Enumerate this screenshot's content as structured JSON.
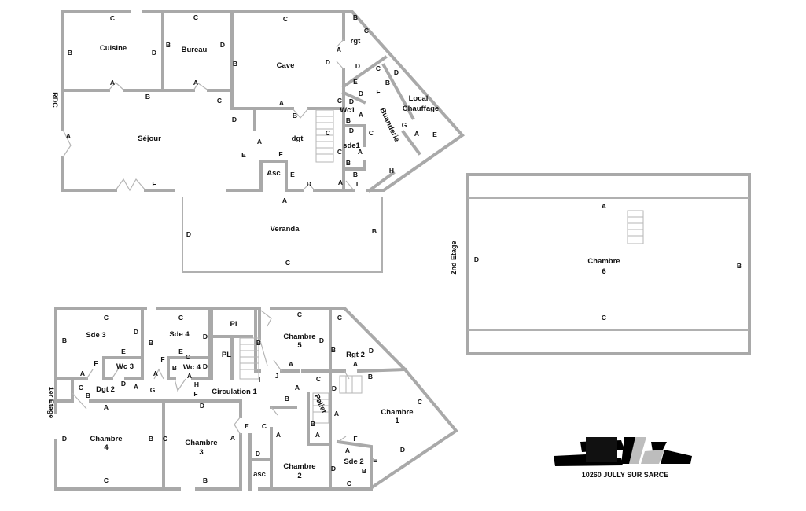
{
  "rdc": {
    "title": "RDC",
    "rooms": [
      "Cuisine",
      "Bureau",
      "Cave",
      "rgt",
      "Séjour",
      "dgt",
      "Wc1",
      "sde1",
      "Asc",
      "Buanderie",
      "Local",
      "Chauffage",
      "Veranda"
    ],
    "marks": [
      "C",
      "C",
      "C",
      "B",
      "C",
      "B",
      "D",
      "B",
      "D",
      "B",
      "A",
      "D",
      "D",
      "C",
      "D",
      "E",
      "B",
      "D",
      "F",
      "A",
      "A",
      "B",
      "C",
      "A",
      "B",
      "C",
      "D",
      "A",
      "B",
      "D",
      "A",
      "A",
      "C",
      "D",
      "C",
      "G",
      "A",
      "E",
      "C",
      "A",
      "E",
      "F",
      "E",
      "B",
      "H",
      "B",
      "D",
      "A",
      "I",
      "F",
      "A",
      "D",
      "B",
      "C"
    ]
  },
  "second_floor": {
    "title": "2nd Etage",
    "rooms": [
      "Chambre",
      "6"
    ],
    "marks": [
      "A",
      "D",
      "B",
      "C"
    ]
  },
  "first_floor": {
    "title": "1er Etage",
    "rooms": [
      "Sde 3",
      "Sde 4",
      "Pl",
      "Chambre",
      "5",
      "Rgt 2",
      "PL",
      "Wc 3",
      "Wc 4",
      "Dgt 2",
      "Circulation 1",
      "Palier",
      "Chambre",
      "1",
      "Chambre",
      "4",
      "Chambre",
      "3",
      "Sde 2",
      "Chambre",
      "2",
      "asc"
    ],
    "marks": [
      "C",
      "C",
      "C",
      "C",
      "D",
      "D",
      "D",
      "B",
      "B",
      "B",
      "B",
      "D",
      "E",
      "E",
      "F",
      "F",
      "C",
      "B",
      "D",
      "A",
      "A",
      "A",
      "A",
      "A",
      "J",
      "I",
      "C",
      "B",
      "C",
      "D",
      "A",
      "G",
      "H",
      "F",
      "A",
      "D",
      "B",
      "B",
      "A",
      "D",
      "C",
      "A",
      "B",
      "E",
      "C",
      "A",
      "A",
      "D",
      "B",
      "C",
      "A",
      "F",
      "A",
      "D",
      "D",
      "E",
      "B",
      "D",
      "C",
      "B",
      "C"
    ]
  },
  "footer": {
    "address": "10260 JULLY SUR SARCE"
  }
}
